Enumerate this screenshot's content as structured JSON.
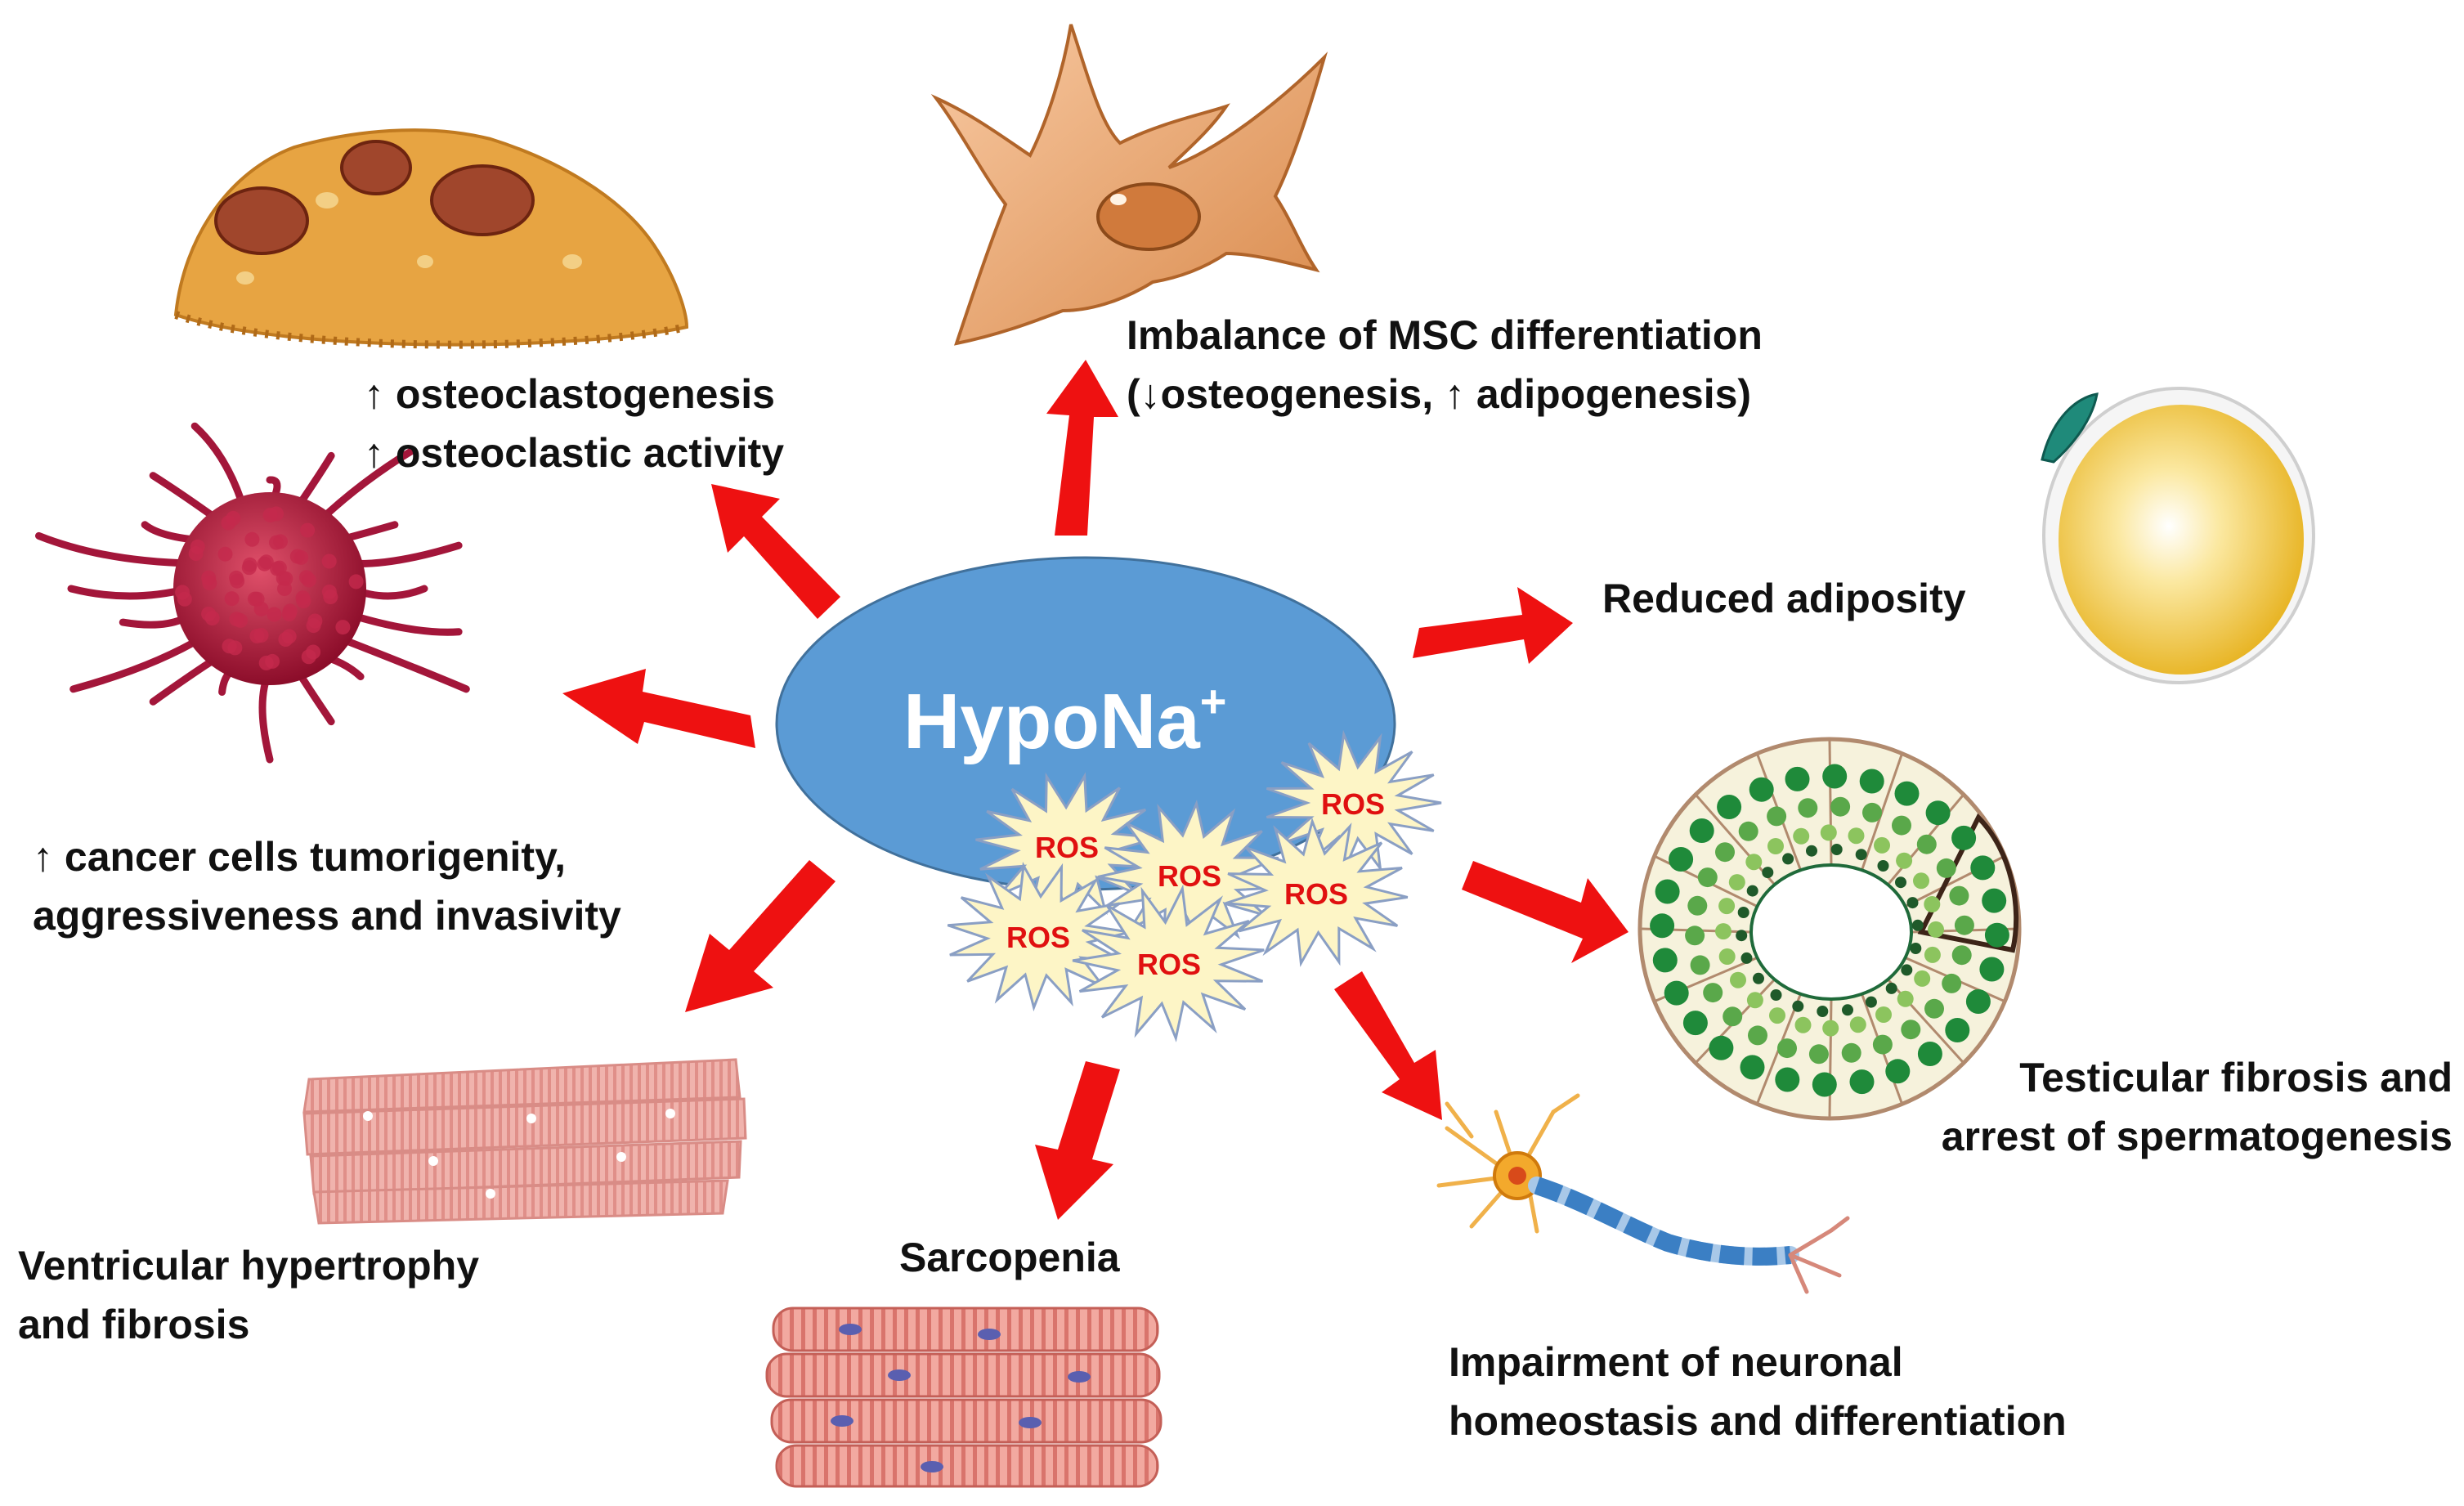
{
  "center": {
    "label": "HypoNa",
    "superscript": "+",
    "ros_label": "ROS"
  },
  "effects": {
    "osteoclast": {
      "line1": "↑ osteoclastogenesis",
      "line2": "↑ osteoclastic activity"
    },
    "msc": {
      "line1": "Imbalance of MSC differentiation",
      "line2": "(↓osteogenesis, ↑ adipogenesis)"
    },
    "adiposity": {
      "line1": "Reduced adiposity"
    },
    "cancer": {
      "line1": "↑ cancer cells tumorigenity,",
      "line2": "aggressiveness and invasivity"
    },
    "testicular": {
      "line1": "Testicular fibrosis and",
      "line2": "arrest of spermatogenesis"
    },
    "cardiac": {
      "line1": "Ventricular hypertrophy",
      "line2": "and fibrosis"
    },
    "sarcopenia": {
      "line1": "Sarcopenia"
    },
    "neuronal": {
      "line1": "Impairment of neuronal",
      "line2": "homeostasis and differentiation"
    }
  },
  "colors": {
    "ellipse": "#5b9bd5",
    "ellipse_stroke": "#41719c",
    "arrow": "#ee1111",
    "ros_fill": "#fdf5c6",
    "ros_stroke": "#8a9fc4",
    "ros_text": "#e01010"
  },
  "icons": [
    "osteoclast-icon",
    "msc-cell-icon",
    "adipocyte-icon",
    "cancer-cell-icon",
    "seminiferous-tubule-icon",
    "cardiomyocyte-icon",
    "muscle-fiber-icon",
    "neuron-icon"
  ]
}
